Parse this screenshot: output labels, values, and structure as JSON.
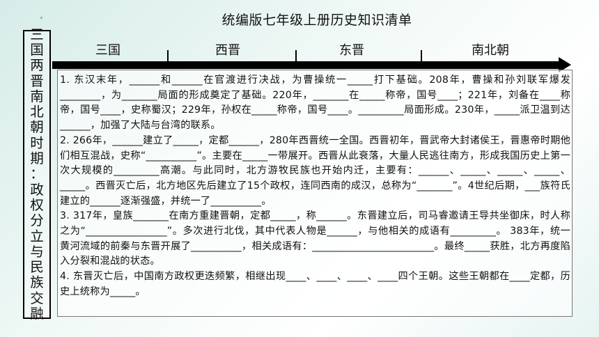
{
  "title": "统编版七年级上册历史知识清单",
  "side_label": [
    "三",
    "国",
    "两",
    "晋",
    "南",
    "北",
    "朝",
    "时",
    "期",
    "：",
    "政",
    "权",
    "分",
    "立",
    "与",
    "民",
    "族",
    "交",
    "融"
  ],
  "timeline": [
    "三国",
    "西晋",
    "东晋",
    "南北朝"
  ],
  "paragraphs": [
    "1. 东汉末年，______和______在官渡进行决战，为曹操统一_____打下基础。208年，曹操和孙刘联军爆发________，为_______局面的形成奠定了基础。220年，_______在_____称帝，国号____；221年，刘备在____称帝，国号____，史称蜀汉；229年，孙权在_____称帝，国号____。_________局面形成。230年，_____派卫温到达______，加强了大陆与台湾的联系。",
    "2. 266年，______建立了_____，定都______，280年西晋统一全国。西晋初年，晋武帝大封诸侯王，晋惠帝时期他们相互混战，史称“__________”。主要在_____一带展开。西晋从此衰落，大量人民逃往南方，形成我国历史上第一次大规模的_________高潮。与此同时，北方游牧民族也开始内迁，主要有：______、_____、_____、_____、_____。西晋灭亡后，北方地区先后建立了15个政权，连同西南的成汉，总称为“_______”。4世纪后期，___族符氏建立的______逐渐强盛，并统一了__________。",
    "3. 317年，皇族_______在南方重建晋朝，定都_____，称______。东晋建立后，司马睿邀请王导共坐御床，时人称之为“________________”。多次进行北伐，其中代表人物是______，与他相关的成语有_________。 383年，统一黄河流域的前秦与东晋开展了__________，相关成语有：________________________。最终_____获胜，北方再度陷入分裂和混战的状态。",
    "4. 东晋灭亡后，中国南方政权更迭频繁，相继出现____、____、____、____四个王朝。这些王朝都在____定都，历史上统称为_____。"
  ]
}
